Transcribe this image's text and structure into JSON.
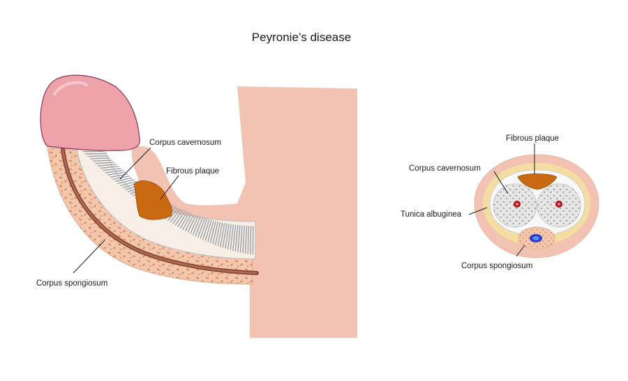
{
  "title": "Peyronie’s disease",
  "side_view": {
    "labels": {
      "corpus_cavernosum": "Corpus cavernosum",
      "fibrous_plaque": "Fibrous plaque",
      "corpus_spongiosum": "Corpus spongiosum"
    }
  },
  "cross_section": {
    "labels": {
      "fibrous_plaque": "Fibrous plaque",
      "corpus_cavernosum": "Corpus cavernosum",
      "tunica_albuginea": "Tunica albuginea",
      "corpus_spongiosum": "Corpus spongiosum"
    }
  },
  "colors": {
    "skin": "#f2c3b2",
    "glans": "#eea3ab",
    "glans_outline": "#8a3350",
    "spongy_tissue": "#f2c7ae",
    "spongy_dots": "#d98f63",
    "urethra": "#8a4a3a",
    "cavernous_bg": "#f7efe6",
    "cavernous_lines": "#9aa0aa",
    "plaque": "#c96a12",
    "tunica": "#f5dca0",
    "cavernous_fill": "#e6e6e6",
    "artery": "#b3121a",
    "urethra_lumen": "#2a39c9"
  }
}
